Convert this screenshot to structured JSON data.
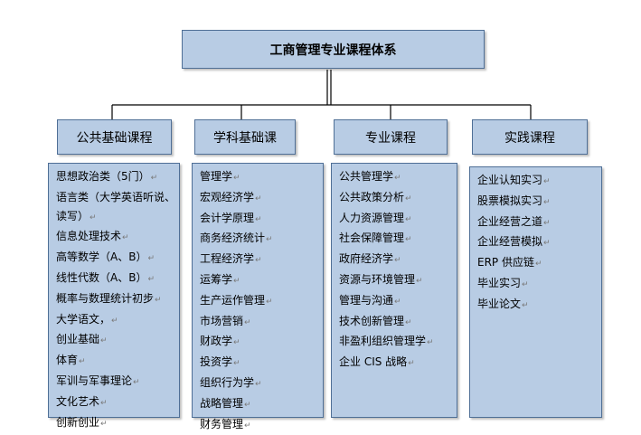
{
  "title": "工商管理专业课程体系",
  "paragraph_mark": "↵",
  "categories": [
    {
      "name": "公共基础课程",
      "items": [
        "思想政治类（5门）",
        "语言类（大学英语听说、读写）",
        "信息处理技术",
        "高等数学（A、B）",
        "线性代数（A、B）",
        "概率与数理统计初步",
        "大学语文，",
        "创业基础",
        "体育",
        "军训与军事理论",
        "文化艺术",
        "创新创业"
      ]
    },
    {
      "name": "学科基础课",
      "items": [
        "管理学",
        "宏观经济学",
        "会计学原理",
        "商务经济统计",
        "工程经济学",
        "运筹学",
        "生产运作管理",
        "市场营销",
        "财政学",
        "投资学",
        "组织行为学",
        "战略管理",
        "财务管理"
      ]
    },
    {
      "name": "专业课程",
      "items": [
        "公共管理学",
        "公共政策分析",
        "人力资源管理",
        "社会保障管理",
        "政府经济学",
        "资源与环境管理",
        "管理与沟通",
        "技术创新管理",
        "非盈利组织管理学",
        "企业 CIS 战略"
      ]
    },
    {
      "name": "实践课程",
      "items": [
        "企业认知实习",
        "股票模拟实习",
        "企业经营之道",
        "企业经营模拟",
        "ERP 供应链",
        "毕业实习",
        "毕业论文"
      ]
    }
  ]
}
